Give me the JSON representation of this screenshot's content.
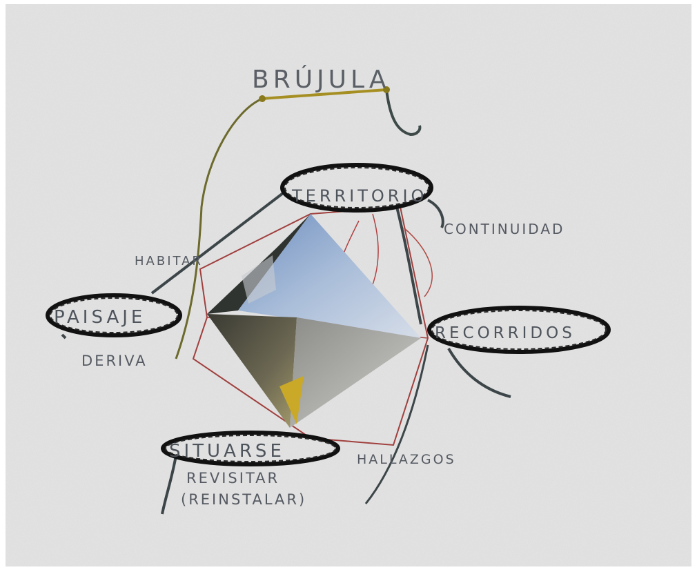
{
  "photo": {
    "title": "BRÚJULA",
    "nodes": {
      "territorio": "TERRITORIO",
      "paisaje": "PAISAJE",
      "recorridos": "RECORRIDOS",
      "situarse": "SITUARSE"
    },
    "labels": {
      "continuidad": "CONTINUIDAD",
      "habitar": "HABITAR",
      "deriva": "DERIVA",
      "hallazgos": "HALLAZGOS",
      "revisitar": "REVISITAR",
      "reinstalar": "(REINSTALAR)"
    },
    "colors": {
      "paper": "#e4e4e4",
      "black_thread": "#141414",
      "gray_thread": "#424a4d",
      "yellow_thread": "#9c8a25",
      "red_thread": "#a8403e"
    }
  }
}
